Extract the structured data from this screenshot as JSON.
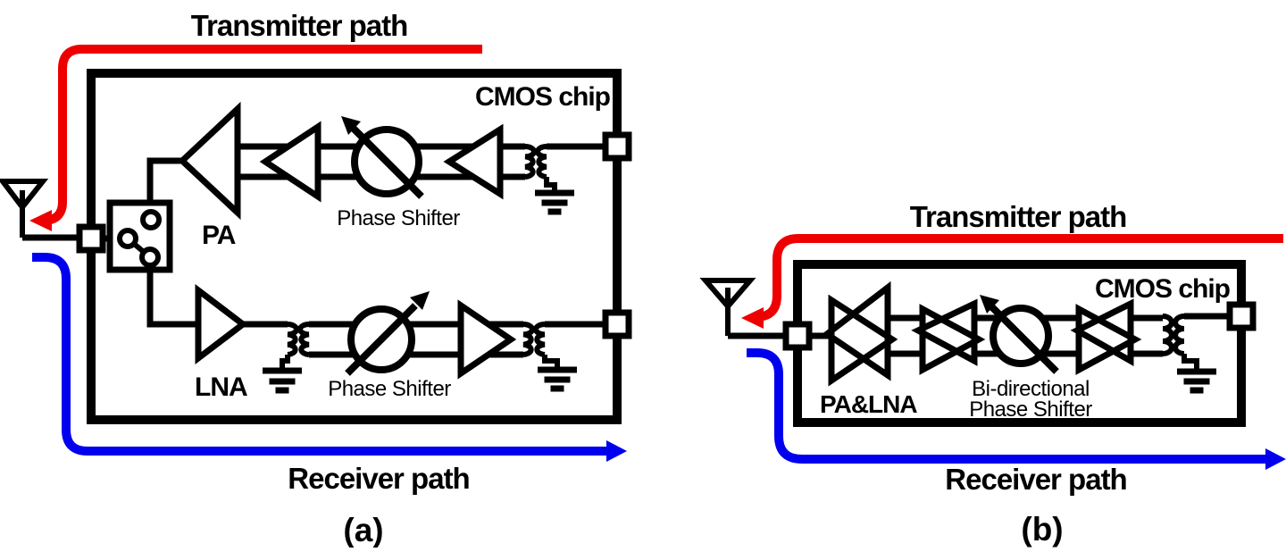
{
  "colors": {
    "red": "#ee0000",
    "blue": "#0000ee",
    "black": "#000000"
  },
  "diagram_a": {
    "caption": "(a)",
    "transmitter_path_label": "Transmitter path",
    "receiver_path_label": "Receiver path",
    "chip_label": "CMOS chip",
    "pa_label": "PA",
    "lna_label": "LNA",
    "top_phase_shifter_label": "Phase Shifter",
    "bottom_phase_shifter_label": "Phase Shifter"
  },
  "diagram_b": {
    "caption": "(b)",
    "transmitter_path_label": "Transmitter path",
    "receiver_path_label": "Receiver path",
    "chip_label": "CMOS chip",
    "pa_lna_label": "PA&LNA",
    "phase_shifter_label_line1": "Bi-directional",
    "phase_shifter_label_line2": "Phase Shifter"
  }
}
